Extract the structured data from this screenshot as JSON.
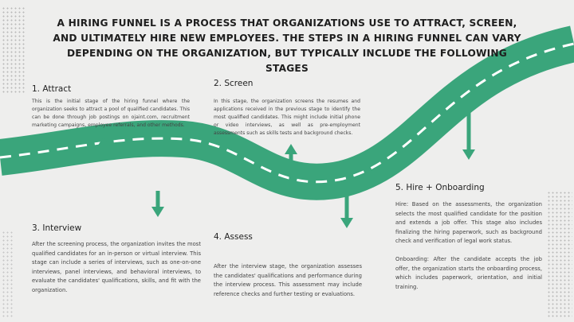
{
  "title": "A hiring funnel is a process that organizations use to attract, screen, and ultimately hire new employees. The steps in a hiring funnel can vary depending on the organization, but typically include the following stages",
  "colors": {
    "road": "#3aa57b",
    "background": "#eeeeed",
    "dash": "#ffffff",
    "text": "#2b2b2b"
  },
  "steps": [
    {
      "title": "1. Attract",
      "text": "This is the initial stage of the hiring funnel where the organization seeks to attract a pool of qualified candidates. This can be done through job postings on ojaint.com, recruitment marketing campaigns, employee referrals, and other methods."
    },
    {
      "title": "2. Screen",
      "text": "In this stage, the organization screens the resumes and applications received in the previous stage to identify the most qualified candidates. This might include initial phone or video interviews, as well as pre-employment assessments such as skills tests and background checks."
    },
    {
      "title": "3. Interview",
      "text": "After the screening process, the organization invites the most qualified candidates for an in-person or virtual interview. This stage can include a series of interviews, such as one-on-one interviews, panel interviews, and behavioral interviews, to evaluate the candidates' qualifications, skills, and fit with the organization."
    },
    {
      "title": "4. Assess",
      "text": "After the interview stage, the organization assesses the candidates' qualifications and performance during the interview process. This assessment may include reference checks and further testing or evaluations."
    },
    {
      "title": "5. Hire + Onboarding",
      "text": "Hire: Based on the assessments, the organization selects the most qualified candidate for the position and extends a job offer. This stage also includes finalizing the hiring paperwork, such as background check and verification of legal work status.",
      "text2": "Onboarding: After the candidate accepts the job offer, the organization starts the onboarding process, which includes paperwork, orientation, and initial training."
    }
  ]
}
